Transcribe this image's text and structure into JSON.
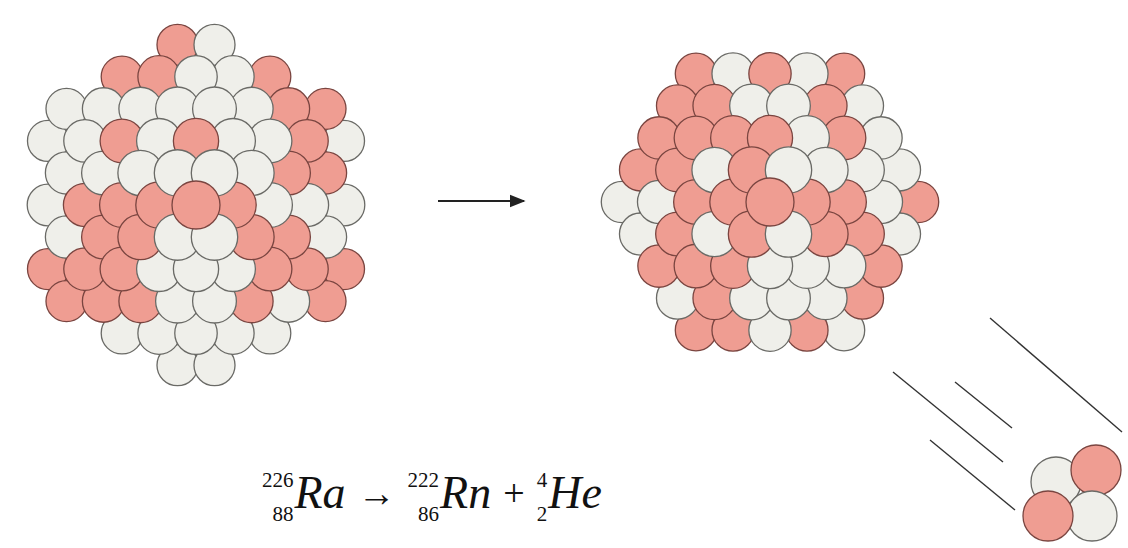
{
  "diagram": {
    "labels": [
      "226",
      "88",
      "Ra",
      "→",
      "222",
      "86",
      "Rn",
      "+",
      "4",
      "2",
      "He"
    ]
  }
}
